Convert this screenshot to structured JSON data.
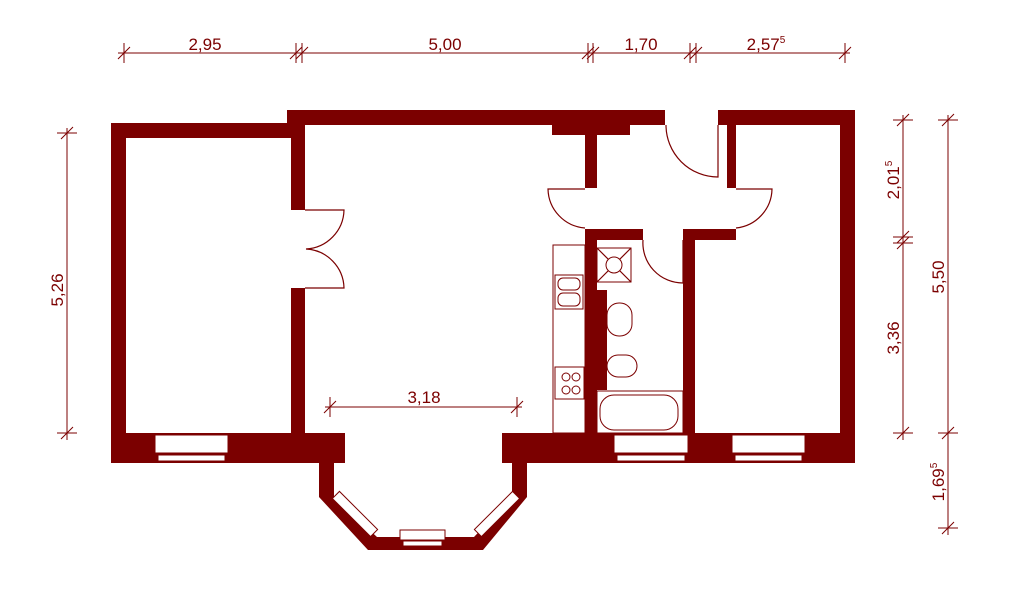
{
  "plan": {
    "accent_color": "#7b0000",
    "dimensions": {
      "top": [
        "2,95",
        "5,00",
        "1,70",
        "2,57"
      ],
      "top_superscripts": [
        "",
        "",
        "",
        "5"
      ],
      "left": "5,26",
      "right_inner": [
        "2,01",
        "3,36"
      ],
      "right_inner_superscripts": [
        "5",
        ""
      ],
      "right_outer": [
        "5,50",
        "1,69"
      ],
      "right_outer_superscripts": [
        "",
        "5"
      ],
      "living_room_width": "3,18"
    }
  }
}
